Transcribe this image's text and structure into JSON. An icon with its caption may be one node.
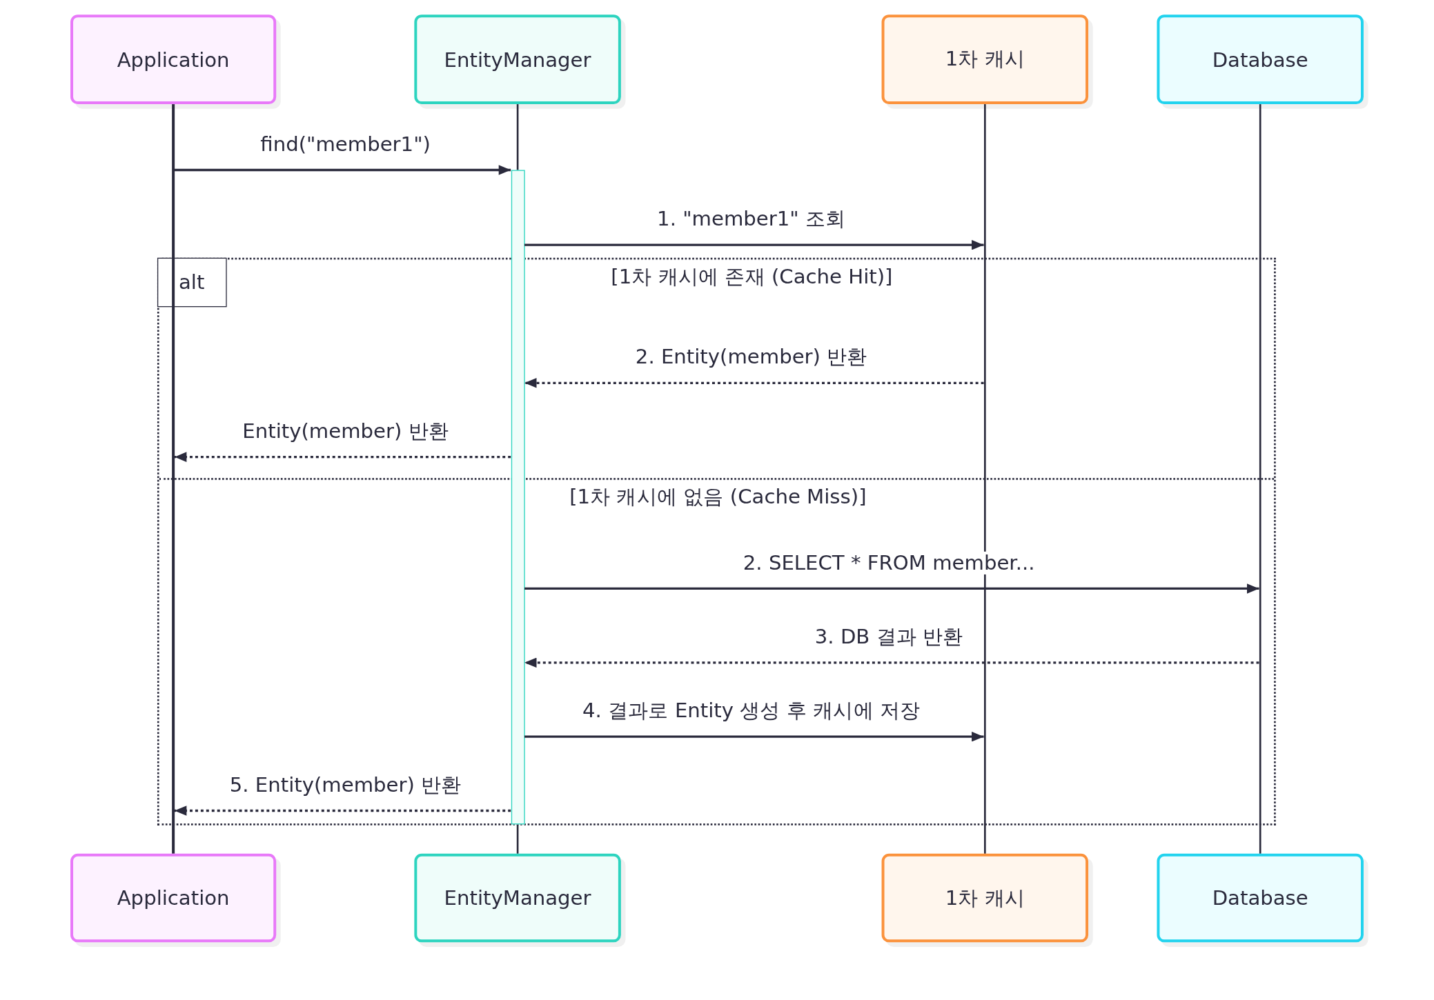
{
  "diagram": {
    "nodes": [
      {
        "text": [
          "Application"
        ]
      },
      {
        "text": [
          "EntityManager"
        ]
      },
      {
        "text": [
          "1차 캐시"
        ]
      },
      {
        "text": [
          "Database"
        ]
      },
      {
        "text": [],
        "shape": "line"
      },
      {
        "text": [],
        "shape": "line"
      },
      {
        "text": [],
        "shape": "line"
      },
      {
        "text": [],
        "shape": "line"
      },
      {
        "text": [],
        "shape": "bar"
      },
      {
        "text": [
          "Application"
        ]
      },
      {
        "text": [
          "EntityManager"
        ]
      },
      {
        "text": [
          "1차 캐시"
        ]
      },
      {
        "text": [
          "Database"
        ]
      }
    ],
    "edges": [
      {
        "from": 4,
        "to": 8,
        "arrow": "to",
        "label": "find(\"member1\")"
      },
      {
        "from": 8,
        "to": 6,
        "arrow": "to",
        "label": "1. \"member1\" 조회"
      },
      {
        "from": 6,
        "to": 8,
        "arrow": "to",
        "label": "2. Entity(member) 반환",
        "style": "dashed"
      },
      {
        "from": 8,
        "to": 4,
        "arrow": "to",
        "label": "Entity(member) 반환",
        "style": "dashed"
      },
      {
        "from": 8,
        "to": 7,
        "arrow": "to",
        "label": "2. SELECT * FROM member..."
      },
      {
        "from": 7,
        "to": 8,
        "arrow": "to",
        "label": "3. DB 결과 반환",
        "style": "dashed"
      },
      {
        "from": 8,
        "to": 6,
        "arrow": "to",
        "label": "4. 결과로 Entity 생성 후 캐시에 저장"
      },
      {
        "from": 8,
        "to": 4,
        "arrow": "to",
        "label": "5. Entity(member) 반환",
        "style": "dashed"
      }
    ],
    "labels": [
      "alt",
      "[1차 캐시에 존재 (Cache Hit)]",
      "[1차 캐시에 없음 (Cache Miss)]"
    ]
  }
}
